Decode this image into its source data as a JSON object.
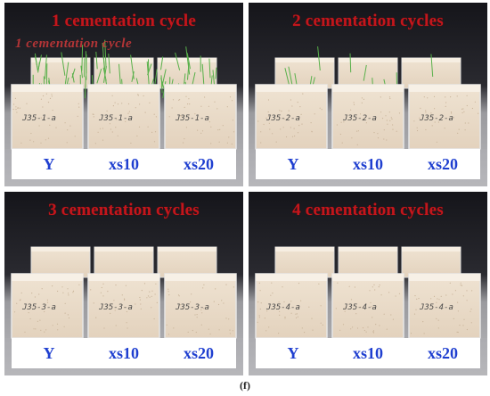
{
  "panels": [
    {
      "title": "1 cementation cycle",
      "ghost": "1 cementation cycle",
      "labels": [
        "Y",
        "xs10",
        "xs20"
      ],
      "handwritten": [
        "J35-1-a",
        "J35-1-a",
        "J35-1-a"
      ],
      "grass": "dense"
    },
    {
      "title": "2 cementation cycles",
      "labels": [
        "Y",
        "xs10",
        "xs20"
      ],
      "handwritten": [
        "J35-2-a",
        "J35-2-a",
        "J35-2-a"
      ],
      "grass": "sparse"
    },
    {
      "title": "3 cementation cycles",
      "labels": [
        "Y",
        "xs10",
        "xs20"
      ],
      "handwritten": [
        "J35-3-a",
        "J35-3-a",
        "J35-3-a"
      ],
      "grass": "none"
    },
    {
      "title": "4 cementation cycles",
      "labels": [
        "Y",
        "xs10",
        "xs20"
      ],
      "handwritten": [
        "J35-4-a",
        "J35-4-a",
        "J35-4-a"
      ],
      "grass": "none"
    }
  ],
  "caption": "(f)",
  "colors": {
    "title": "#c3161c",
    "label": "#1f3fd0",
    "sand": "#e3d2bd",
    "background": "#1b1b1f"
  }
}
